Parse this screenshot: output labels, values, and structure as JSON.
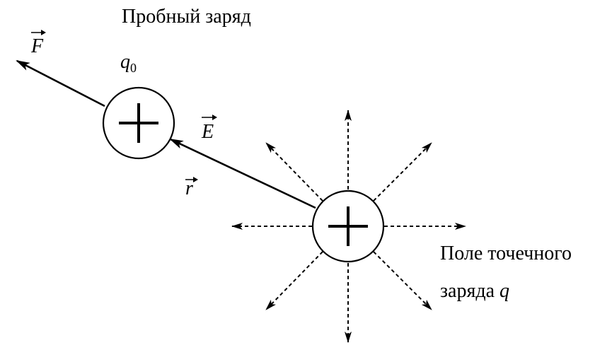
{
  "labels": {
    "test_charge_title": "Пробный заряд",
    "test_charge_symbol": "q",
    "test_charge_subscript": "0",
    "force_vector": "F",
    "field_vector": "E",
    "radius_vector": "r",
    "source_line1": "Поле точечного",
    "source_line2_text": "заряда ",
    "source_line2_symbol": "q"
  },
  "colors": {
    "ink": "#000000",
    "background": "#ffffff"
  },
  "icons": {
    "charge_symbol": "plus-icon"
  }
}
